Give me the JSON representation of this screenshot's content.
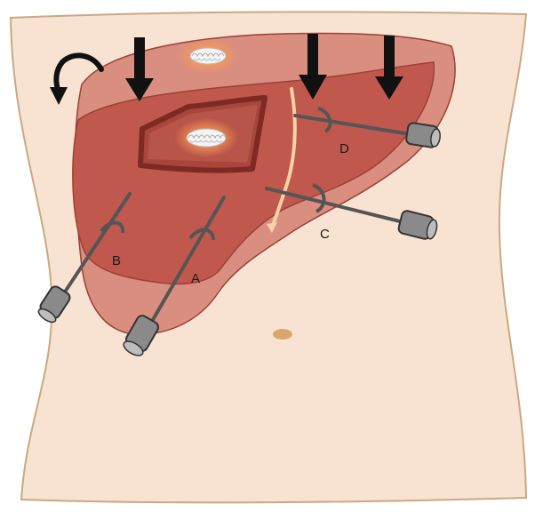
{
  "diagram": {
    "needle_labels": {
      "a": "A",
      "b": "B",
      "c": "C",
      "d": "D"
    },
    "colors": {
      "skin": "#f8e3d2",
      "skin_outline": "#c9a982",
      "liver_back": "#d98e80",
      "liver_front": "#c0584d",
      "liver_outline": "#9a4137",
      "wound_border": "#7d2a22",
      "needle_shaft": "#5a5a5a",
      "needle_handle": "#8a8a8a",
      "arrow": "#111111",
      "fissure": "#f3d2a6",
      "navel": "#d9a66f"
    },
    "icons": [
      "down-arrow-icon",
      "rotation-arrow-icon",
      "gauze-icon",
      "needle-icon"
    ]
  }
}
